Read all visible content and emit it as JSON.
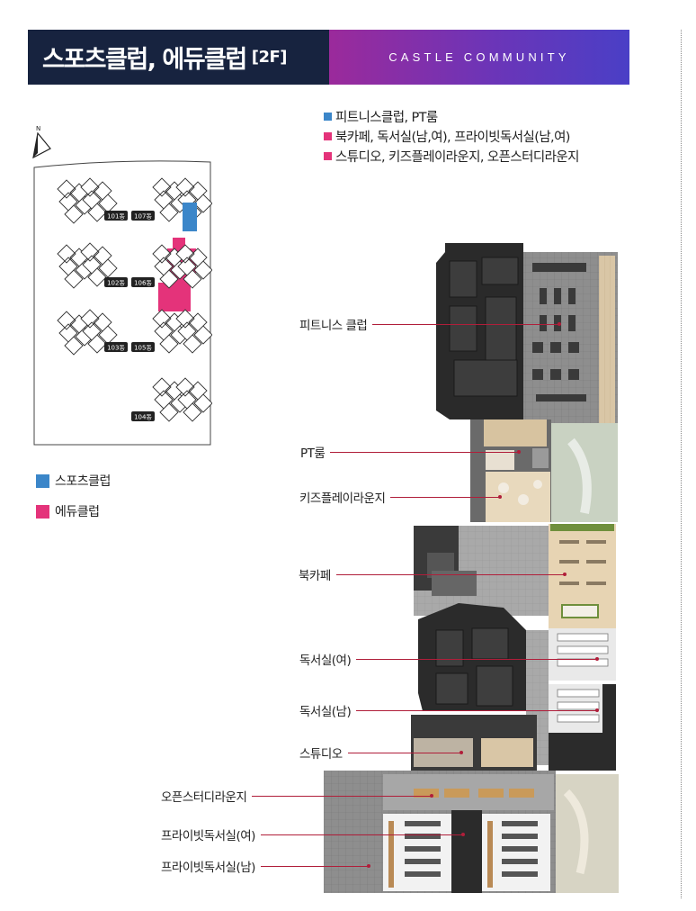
{
  "header": {
    "title": "스포츠클럽, 에듀클럽",
    "floor": "[2F]",
    "subtitle": "CASTLE COMMUNITY"
  },
  "colors": {
    "header_dark": "#17233f",
    "sports": "#3b86c9",
    "edu": "#e4337a",
    "callout_line": "#b01e3a"
  },
  "top_legend": [
    {
      "color": "#3b86c9",
      "label": "피트니스클럽, PT룸"
    },
    {
      "color": "#e4337a",
      "label": "북카페, 독서실(남,여), 프라이빗독서실(남,여)"
    },
    {
      "color": "#e4337a",
      "label": "스튜디오, 키즈플레이라운지, 오픈스터디라운지"
    }
  ],
  "compass": {
    "letter": "N"
  },
  "site_plan": {
    "buildings": [
      "101동",
      "107동",
      "102동",
      "106동",
      "103동",
      "105동",
      "104동"
    ]
  },
  "legend": [
    {
      "color": "#3b86c9",
      "label": "스포츠클럽"
    },
    {
      "color": "#e4337a",
      "label": "에듀클럽"
    }
  ],
  "callouts": [
    "피트니스 클럽",
    "PT룸",
    "키즈플레이라운지",
    "북카페",
    "독서실(여)",
    "독서실(남)",
    "스튜디오",
    "오픈스터디라운지",
    "프라이빗독서실(여)",
    "프라이빗독서실(남)"
  ]
}
